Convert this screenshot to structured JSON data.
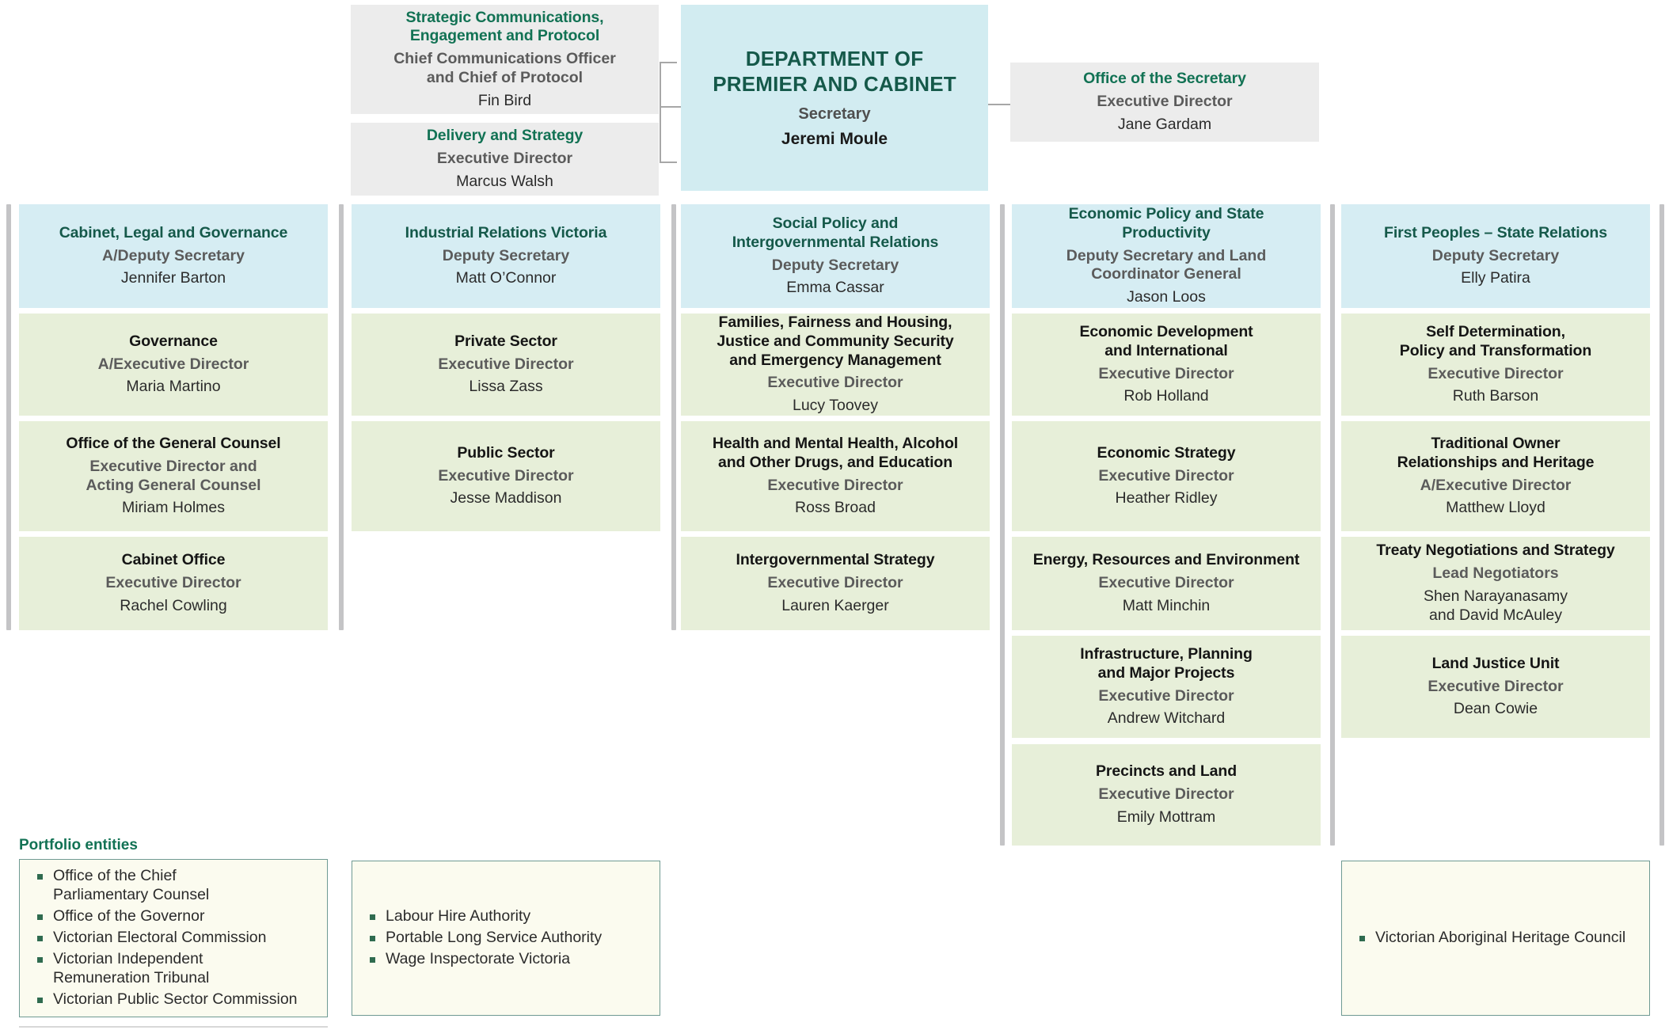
{
  "department": {
    "title": "DEPARTMENT OF\nPREMIER AND CABINET",
    "title_line1": "DEPARTMENT OF",
    "title_line2": "PREMIER AND CABINET",
    "role": "Secretary",
    "name": "Jeremi Moule"
  },
  "left_units": [
    {
      "title_line1": "Strategic Communications,",
      "title_line2": "Engagement and Protocol",
      "role_line1": "Chief Communications Officer",
      "role_line2": "and Chief of Protocol",
      "name": "Fin Bird"
    },
    {
      "title_line1": "Delivery and Strategy",
      "title_line2": "",
      "role_line1": "Executive Director",
      "role_line2": "",
      "name": "Marcus Walsh"
    }
  ],
  "right_unit": {
    "title": "Office of the Secretary",
    "role": "Executive Director",
    "name": "Jane Gardam"
  },
  "columns": [
    {
      "head": {
        "title_line1": "Cabinet, Legal and Governance",
        "title_line2": "",
        "role_line1": "A/Deputy Secretary",
        "role_line2": "",
        "name": "Jennifer Barton"
      },
      "branches": [
        {
          "title_line1": "Governance",
          "title_line2": "",
          "role_line1": "A/Executive Director",
          "role_line2": "",
          "name": "Maria Martino"
        },
        {
          "title_line1": "Office of the General Counsel",
          "title_line2": "",
          "role_line1": "Executive Director and",
          "role_line2": "Acting General Counsel",
          "name": "Miriam Holmes"
        },
        {
          "title_line1": "Cabinet Office",
          "title_line2": "",
          "role_line1": "Executive Director",
          "role_line2": "",
          "name": "Rachel Cowling"
        }
      ]
    },
    {
      "head": {
        "title_line1": "Industrial Relations Victoria",
        "title_line2": "",
        "role_line1": "Deputy Secretary",
        "role_line2": "",
        "name": "Matt O’Connor"
      },
      "branches": [
        {
          "title_line1": "Private Sector",
          "title_line2": "",
          "role_line1": "Executive Director",
          "role_line2": "",
          "name": "Lissa Zass"
        },
        {
          "title_line1": "Public Sector",
          "title_line2": "",
          "role_line1": "Executive Director",
          "role_line2": "",
          "name": "Jesse Maddison"
        }
      ]
    },
    {
      "head": {
        "title_line1": "Social Policy and",
        "title_line2": "Intergovernmental Relations",
        "role_line1": "Deputy Secretary",
        "role_line2": "",
        "name": "Emma Cassar"
      },
      "branches": [
        {
          "title_line1": "Families, Fairness and Housing,",
          "title_line2": "Justice and Community Security",
          "title_line3": "and Emergency Management",
          "role_line1": "Executive Director",
          "role_line2": "",
          "name": "Lucy Toovey"
        },
        {
          "title_line1": "Health and Mental Health, Alcohol",
          "title_line2": "and Other Drugs, and Education",
          "role_line1": "Executive Director",
          "role_line2": "",
          "name": "Ross Broad"
        },
        {
          "title_line1": "Intergovernmental Strategy",
          "title_line2": "",
          "role_line1": "Executive Director",
          "role_line2": "",
          "name": "Lauren Kaerger"
        }
      ]
    },
    {
      "head": {
        "title_line1": "Economic Policy and State Productivity",
        "title_line2": "",
        "role_line1": "Deputy Secretary and Land",
        "role_line2": "Coordinator General",
        "name": "Jason Loos"
      },
      "branches": [
        {
          "title_line1": "Economic Development",
          "title_line2": "and International",
          "role_line1": "Executive Director",
          "role_line2": "",
          "name": "Rob Holland"
        },
        {
          "title_line1": "Economic Strategy",
          "title_line2": "",
          "role_line1": "Executive Director",
          "role_line2": "",
          "name": "Heather Ridley"
        },
        {
          "title_line1": "Energy, Resources and Environment",
          "title_line2": "",
          "role_line1": "Executive Director",
          "role_line2": "",
          "name": "Matt Minchin"
        },
        {
          "title_line1": "Infrastructure, Planning",
          "title_line2": "and Major Projects",
          "role_line1": "Executive Director",
          "role_line2": "",
          "name": "Andrew Witchard"
        },
        {
          "title_line1": "Precincts and Land",
          "title_line2": "",
          "role_line1": "Executive Director",
          "role_line2": "",
          "name": "Emily Mottram"
        }
      ]
    },
    {
      "head": {
        "title_line1": "First Peoples – State Relations",
        "title_line2": "",
        "role_line1": "Deputy Secretary",
        "role_line2": "",
        "name": "Elly Patira"
      },
      "branches": [
        {
          "title_line1": "Self Determination,",
          "title_line2": "Policy and Transformation",
          "role_line1": "Executive Director",
          "role_line2": "",
          "name": "Ruth Barson"
        },
        {
          "title_line1": "Traditional Owner",
          "title_line2": "Relationships and Heritage",
          "role_line1": "A/Executive Director",
          "role_line2": "",
          "name": "Matthew Lloyd"
        },
        {
          "title_line1": "Treaty Negotiations and Strategy",
          "title_line2": "",
          "role_line1": "Lead Negotiators",
          "role_line2": "",
          "name": "Shen Narayanasamy",
          "name_line2": "and David McAuley"
        },
        {
          "title_line1": "Land Justice Unit",
          "title_line2": "",
          "role_line1": "Executive Director",
          "role_line2": "",
          "name": "Dean Cowie"
        }
      ]
    }
  ],
  "portfolio": {
    "heading": "Portfolio entities",
    "groups": [
      {
        "items": [
          "Office of the Chief\nParliamentary Counsel",
          "Office of the Governor",
          "Victorian Electoral Commission",
          "Victorian Independent\nRemuneration Tribunal",
          "Victorian Public Sector Commission"
        ]
      },
      {
        "items": [
          "Labour Hire Authority",
          "Portable Long Service Authority",
          "Wage Inspectorate Victoria"
        ]
      },
      {
        "items": [
          "Victorian Aboriginal Heritage Council"
        ]
      }
    ]
  },
  "colors": {
    "green_title": "#127254",
    "dark_green": "#15594a",
    "dept_blue": "#d2ecf1",
    "division_blue": "#d6edf3",
    "branch_green": "#e7efd9",
    "grey_box": "#ececec",
    "rail_grey": "#c4c4c6",
    "entity_border": "#6f9a93",
    "entity_fill": "#fbfbef"
  }
}
